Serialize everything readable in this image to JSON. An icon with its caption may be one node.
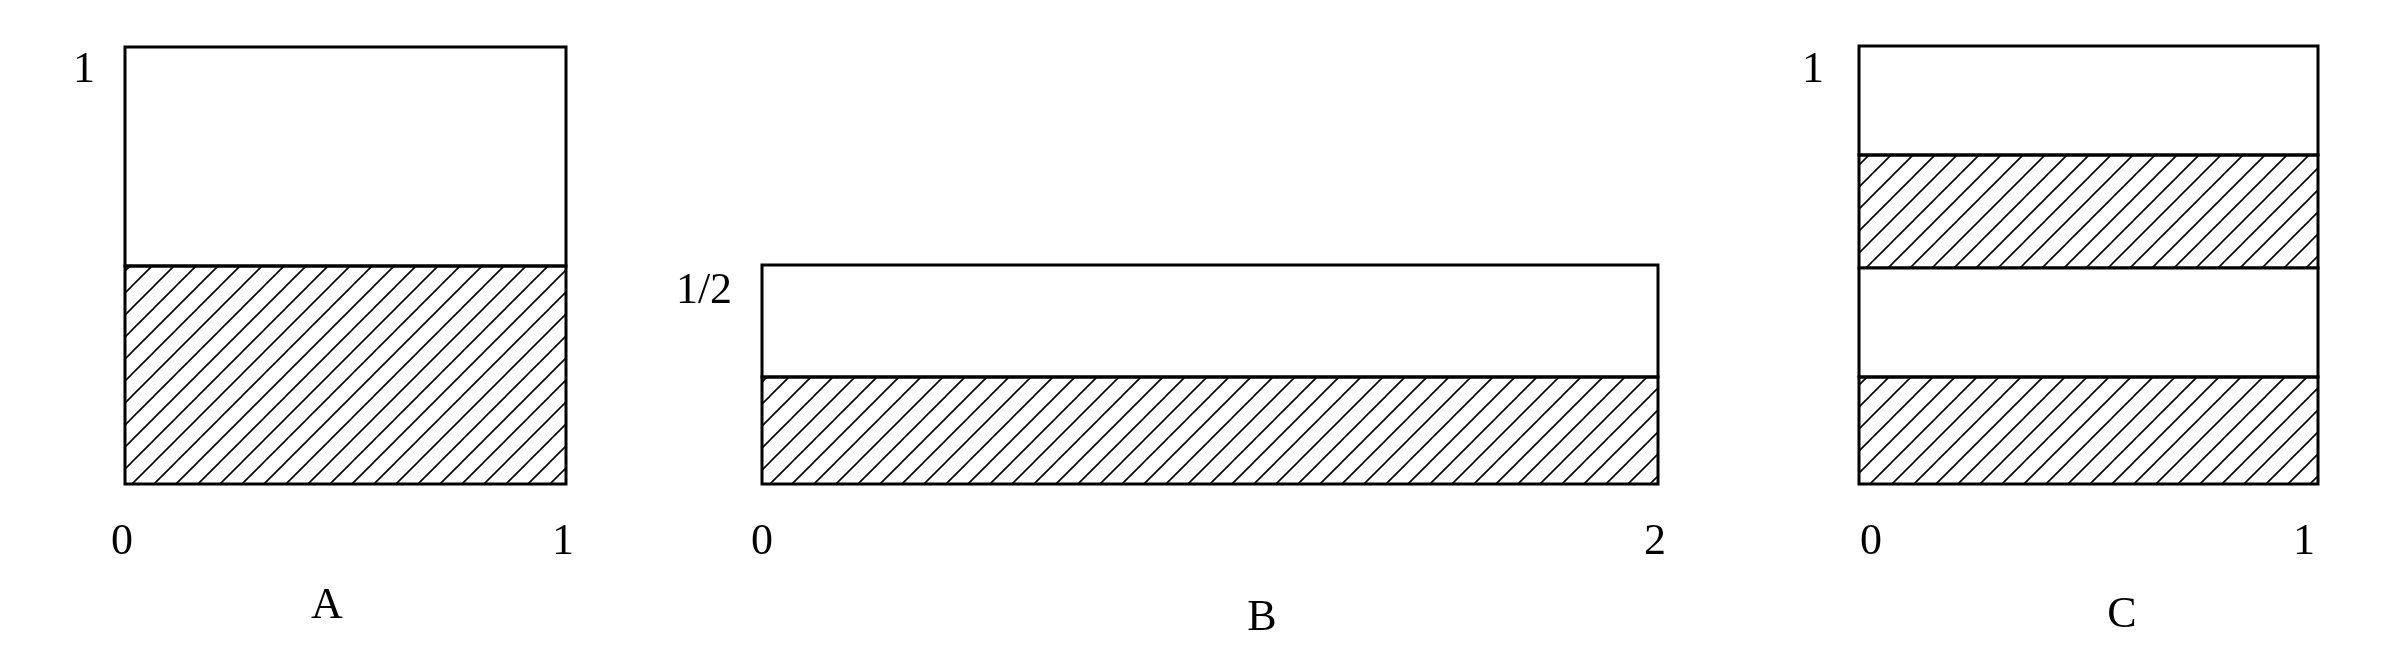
{
  "diagram": {
    "labels": [
      "1",
      "1/2",
      "1",
      "0",
      "1",
      "0",
      "2",
      "0",
      "1",
      "A",
      "B",
      "C"
    ]
  }
}
